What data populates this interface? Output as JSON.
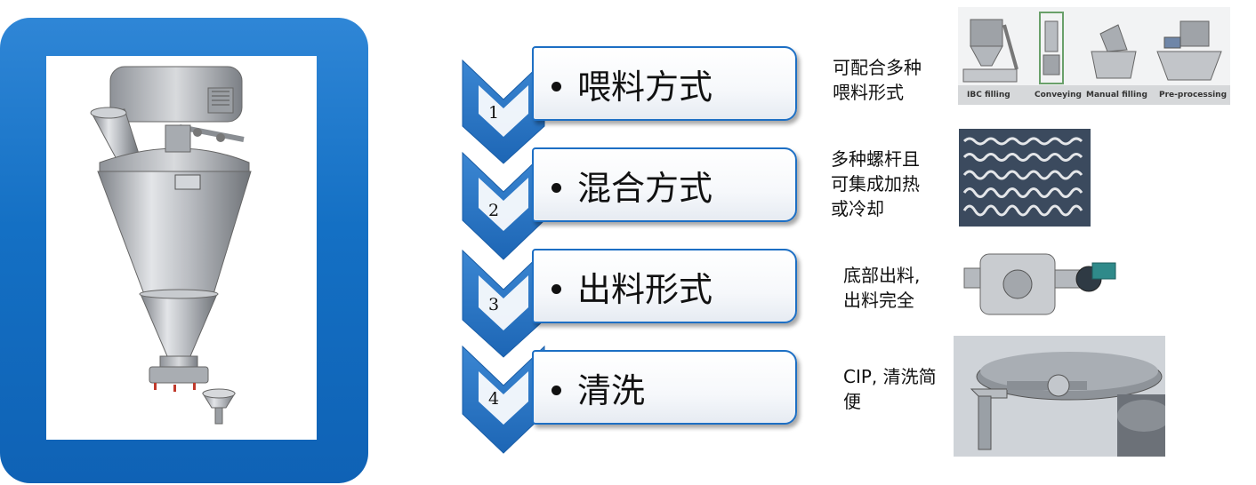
{
  "steps": [
    {
      "number": "1",
      "label": "喂料方式"
    },
    {
      "number": "2",
      "label": "混合方式"
    },
    {
      "number": "3",
      "label": "出料形式"
    },
    {
      "number": "4",
      "label": "清洗"
    }
  ],
  "descriptions": [
    {
      "line1": "可配合多种",
      "line2": "喂料形式",
      "line3": ""
    },
    {
      "line1": "多种螺杆且",
      "line2": "可集成加热",
      "line3": "或冷却"
    },
    {
      "line1": "底部出料,",
      "line2": "出料完全",
      "line3": ""
    },
    {
      "line1": "CIP, 清洗简",
      "line2": "便",
      "line3": ""
    }
  ],
  "feeding_photo_captions": [
    "IBC filling",
    "Conveying",
    "Manual filling",
    "Pre-processing"
  ],
  "colors": {
    "panel_blue": "#1470c4",
    "chevron_blue": "#2a78c8",
    "bar_border": "#1d6fc4"
  }
}
